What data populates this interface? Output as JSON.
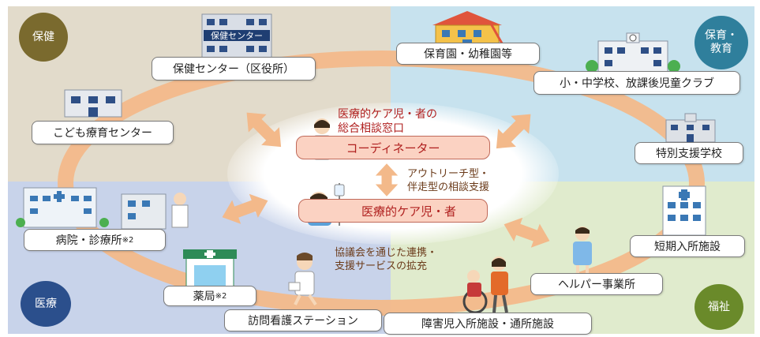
{
  "domains": {
    "hoken": "保健",
    "kyoiku": "保育・\n教育",
    "iryo": "医療",
    "fukushi": "福祉"
  },
  "facilities": {
    "hoken_center": "保健センター（区役所）",
    "kodomo": "こども療育センター",
    "hoikuen": "保育園・幼稚園等",
    "school": "小・中学校、放課後児童クラブ",
    "tokubetsu": "特別支援学校",
    "tanki": "短期入所施設",
    "helper": "ヘルパー事業所",
    "shogaiji": "障害児入所施設・通所施設",
    "houmon": "訪問看護ステーション",
    "yakkyoku": "薬局",
    "yakkyoku_note": "※2",
    "byoin": "病院・診療所",
    "byoin_note": "※2"
  },
  "center": {
    "consult_title": "医療的ケア児・者の\n総合相談窓口",
    "coordinator": "コーディネーター",
    "outreach": "アウトリーチ型・\n伴走型の相談支援",
    "child": "医療的ケア児・者",
    "council": "協議会を通じた連携・\n支援サービスの拡充"
  },
  "signage": {
    "hoken_center_sign": "保健センター"
  },
  "colors": {
    "hoken_badge": "#7a6a2e",
    "kyoiku_badge": "#2f7f9c",
    "iryo_badge": "#2b4f8c",
    "fukushi_badge": "#6a8a2a",
    "ring": "#f3b98a",
    "pill_fill": "#fbd2c2",
    "red_text": "#b0201f"
  }
}
